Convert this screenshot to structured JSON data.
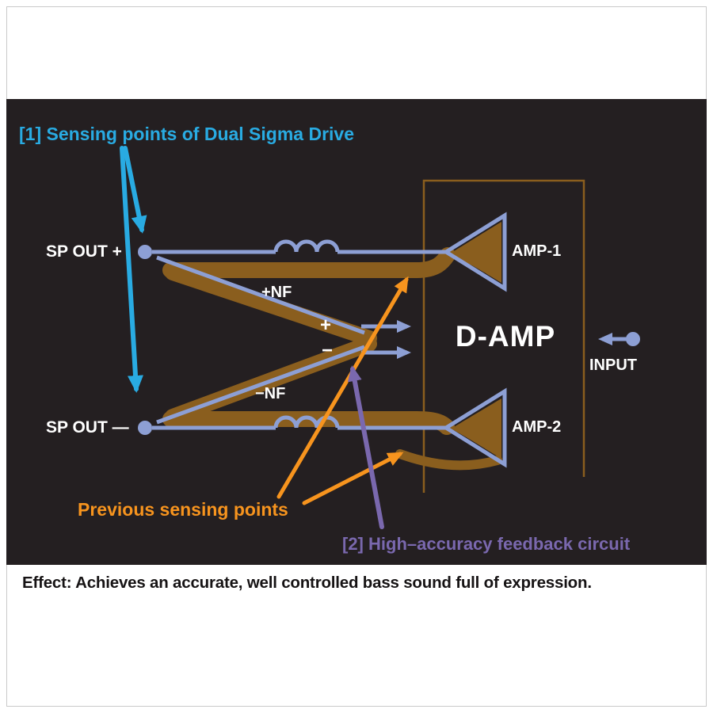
{
  "colors": {
    "panel_bg": "#241f21",
    "cyan": "#29abe2",
    "wire_blue": "#8d9fd4",
    "previous_brown": "#8a5e1e",
    "orange": "#f7941e",
    "purple": "#7a68ae",
    "white": "#ffffff",
    "caption_text": "#161314"
  },
  "title": {
    "sensing": "[1] Sensing points of Dual Sigma Drive"
  },
  "labels": {
    "sp_out_plus": "SP OUT +",
    "sp_out_minus": "SP OUT —",
    "nf_plus": "+NF",
    "nf_minus": "−NF",
    "plus": "+",
    "minus": "−",
    "amp1": "AMP-1",
    "amp2": "AMP-2",
    "d_amp": "D-AMP",
    "input": "INPUT",
    "previous_points": "Previous sensing points",
    "feedback": "[2] High–accuracy feedback circuit"
  },
  "caption": {
    "effect": "Effect: Achieves an accurate, well controlled bass sound full of expression."
  }
}
